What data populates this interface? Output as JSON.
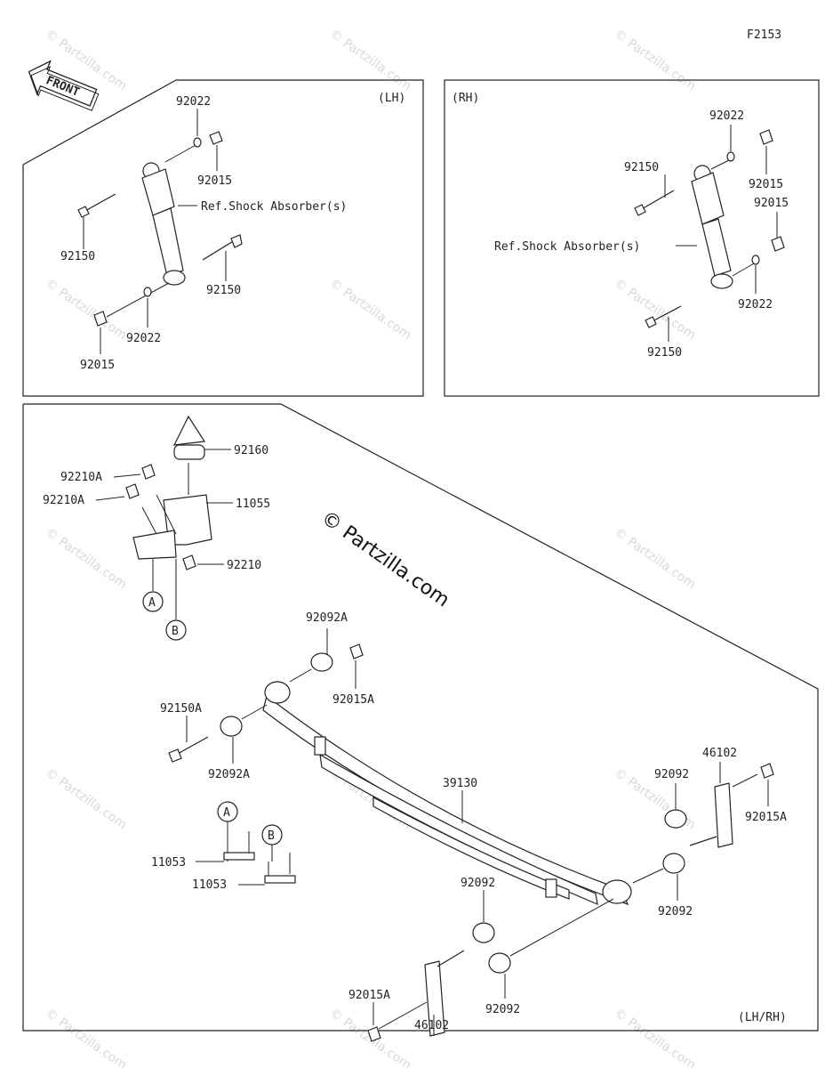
{
  "diagram_code": "F2153",
  "front_label": "FRONT",
  "panels": {
    "lh_title": "(LH)",
    "rh_title": "(RH)",
    "bottom_title": "(LH/RH)"
  },
  "ref_lh": "Ref.Shock Absorber(s)",
  "ref_rh": "Ref.Shock Absorber(s)",
  "watermark_main": "© Partzilla.com",
  "watermark_small": "© Partzilla.com",
  "callouts": {
    "lh_92022_top": "92022",
    "lh_92015_top": "92015",
    "lh_92150_left": "92150",
    "lh_92150_right": "92150",
    "lh_92022_bottom": "92022",
    "lh_92015_bottom": "92015",
    "rh_92022_top": "92022",
    "rh_92150_top": "92150",
    "rh_92015_top": "92015",
    "rh_92015_mid": "92015",
    "rh_92022_bottom": "92022",
    "rh_92150_bottom": "92150",
    "p_92160": "92160",
    "p_92210A_1": "92210A",
    "p_92210A_2": "92210A",
    "p_11055": "11055",
    "p_92210": "92210",
    "p_circle_a": "A",
    "p_circle_b": "B",
    "p_92092A_top": "92092A",
    "p_92015A_top": "92015A",
    "p_92150A": "92150A",
    "p_92092A_bottom": "92092A",
    "p_39130": "39130",
    "p_46102_right": "46102",
    "p_92092_right_top": "92092",
    "p_92015A_right": "92015A",
    "p_92092_right_bottom": "92092",
    "p_circle_a2": "A",
    "p_circle_b2": "B",
    "p_11053_1": "11053",
    "p_11053_2": "11053",
    "p_92092_mid": "92092",
    "p_92092_low": "92092",
    "p_92015A_bottom": "92015A",
    "p_46102_bottom": "46102"
  }
}
